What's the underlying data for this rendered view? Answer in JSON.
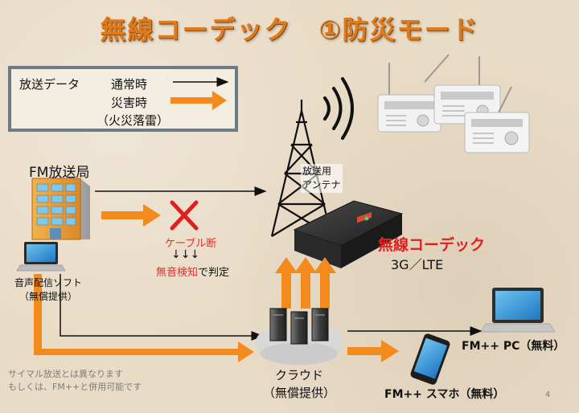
{
  "title": "無線コーデック　①防災モード",
  "legend": {
    "broadcast_data": "放送データ",
    "normal": "通常時",
    "disaster": "災害時",
    "disaster_example": "（火災落雷）"
  },
  "fm_station": "FM放送局",
  "cable_cut": "ケーブル断",
  "down_arrows": "↓↓↓",
  "silent_detection": "無音検知",
  "judgment": "で判定",
  "software": {
    "line1": "音声配信ソフト",
    "line2": "（無償提供）"
  },
  "antenna": {
    "line1": "放送用",
    "line2": "アンテナ"
  },
  "codec": {
    "name": "無線コーデック",
    "network": "3G／LTE"
  },
  "cloud": {
    "line1": "クラウド",
    "line2": "（無償提供）"
  },
  "fm_pc": "FM++ PC（無料）",
  "fm_smartphone": "FM++ スマホ（無料）",
  "note": {
    "line1": "サイマル放送とは異なります",
    "line2": "もしくは、FM++と併用可能です"
  },
  "page_number": "4",
  "colors": {
    "title": "#e07a1a",
    "orange_arrow": "#f28a1e",
    "red_text": "#e03030",
    "codec_red": "#e02020"
  }
}
